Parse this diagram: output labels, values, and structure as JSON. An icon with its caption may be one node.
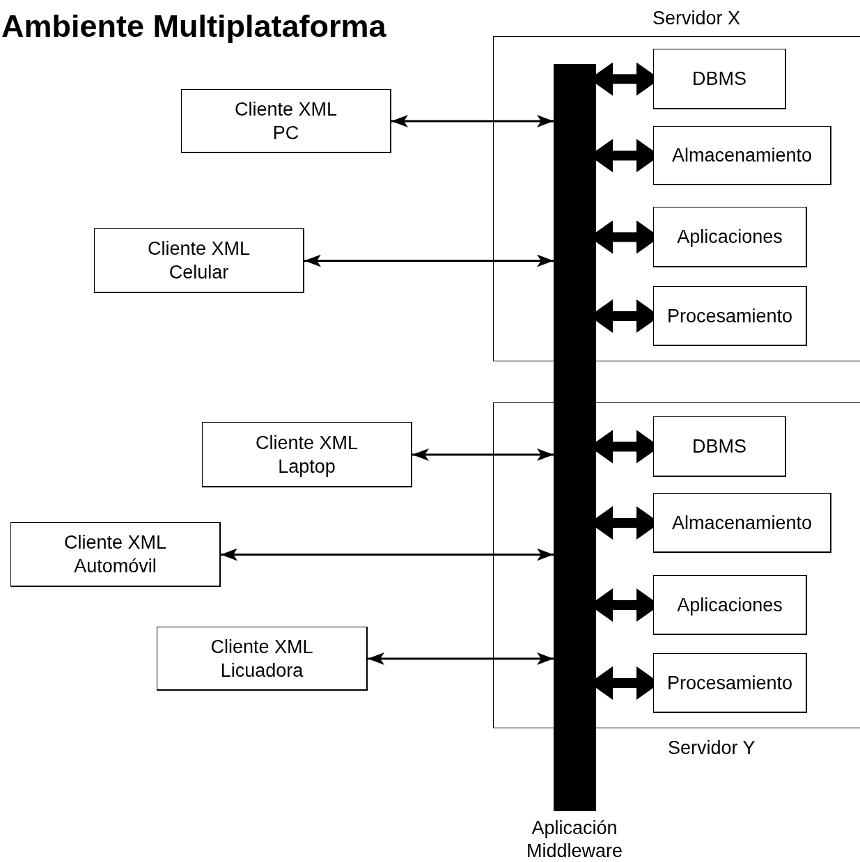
{
  "diagram": {
    "title": "Ambiente Multiplataforma",
    "nodes": [
      {
        "text": [
          "Servidor X"
        ]
      },
      {
        "text": [
          "DBMS"
        ],
        "in": 0
      },
      {
        "text": [
          "Almacenamiento"
        ],
        "in": 0
      },
      {
        "text": [
          "Aplicaciones"
        ],
        "in": 0
      },
      {
        "text": [
          "Procesamiento"
        ],
        "in": 0
      },
      {
        "text": [
          "Servidor Y"
        ]
      },
      {
        "text": [
          "DBMS"
        ],
        "in": 5
      },
      {
        "text": [
          "Almacenamiento"
        ],
        "in": 5
      },
      {
        "text": [
          "Aplicaciones"
        ],
        "in": 5
      },
      {
        "text": [
          "Procesamiento"
        ],
        "in": 5
      },
      {
        "text": [
          "Aplicación Middleware"
        ]
      },
      {
        "text": [
          "Cliente XML PC"
        ]
      },
      {
        "text": [
          "Cliente XML Celular"
        ]
      },
      {
        "text": [
          "Cliente XML Laptop"
        ]
      },
      {
        "text": [
          "Cliente XML Automóvil"
        ]
      },
      {
        "text": [
          "Cliente XML Licuadora"
        ]
      }
    ],
    "edges": [
      {
        "from": 11,
        "to": 10,
        "arrow": "both"
      },
      {
        "from": 12,
        "to": 10,
        "arrow": "both"
      },
      {
        "from": 13,
        "to": 10,
        "arrow": "both"
      },
      {
        "from": 14,
        "to": 10,
        "arrow": "both"
      },
      {
        "from": 15,
        "to": 10,
        "arrow": "both"
      },
      {
        "from": 10,
        "to": 1,
        "arrow": "both"
      },
      {
        "from": 10,
        "to": 2,
        "arrow": "both"
      },
      {
        "from": 10,
        "to": 3,
        "arrow": "both"
      },
      {
        "from": 10,
        "to": 4,
        "arrow": "both"
      },
      {
        "from": 10,
        "to": 6,
        "arrow": "both"
      },
      {
        "from": 10,
        "to": 7,
        "arrow": "both"
      },
      {
        "from": 10,
        "to": 8,
        "arrow": "both"
      },
      {
        "from": 10,
        "to": 9,
        "arrow": "both"
      }
    ]
  }
}
